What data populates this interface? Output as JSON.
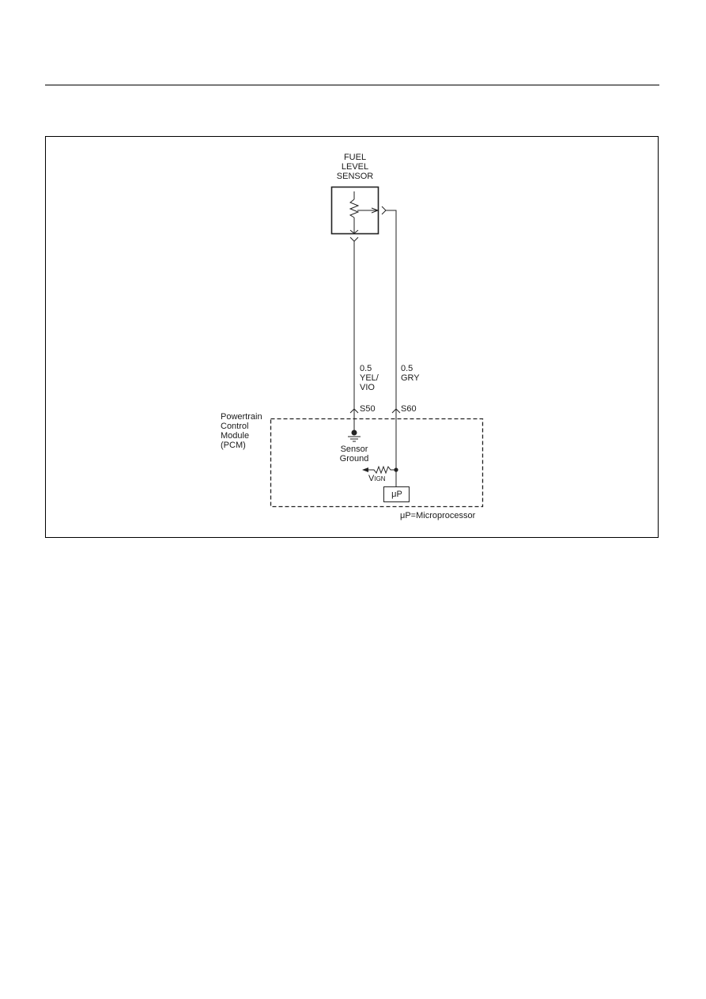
{
  "sensor": {
    "line1": "FUEL",
    "line2": "LEVEL",
    "line3": "SENSOR"
  },
  "wire_left": {
    "gauge": "0.5",
    "color_line1": "YEL/",
    "color_line2": "VIO",
    "terminal": "S50"
  },
  "wire_right": {
    "gauge": "0.5",
    "color": "GRY",
    "terminal": "S60"
  },
  "pcm": {
    "line1": "Powertrain",
    "line2": "Control",
    "line3": "Module",
    "line4": "(PCM)"
  },
  "ground": {
    "line1": "Sensor",
    "line2": "Ground"
  },
  "vign": {
    "main": "V",
    "sub": "IGN"
  },
  "micro": {
    "symbol": "μP",
    "legend": "μP=Microprocessor"
  }
}
